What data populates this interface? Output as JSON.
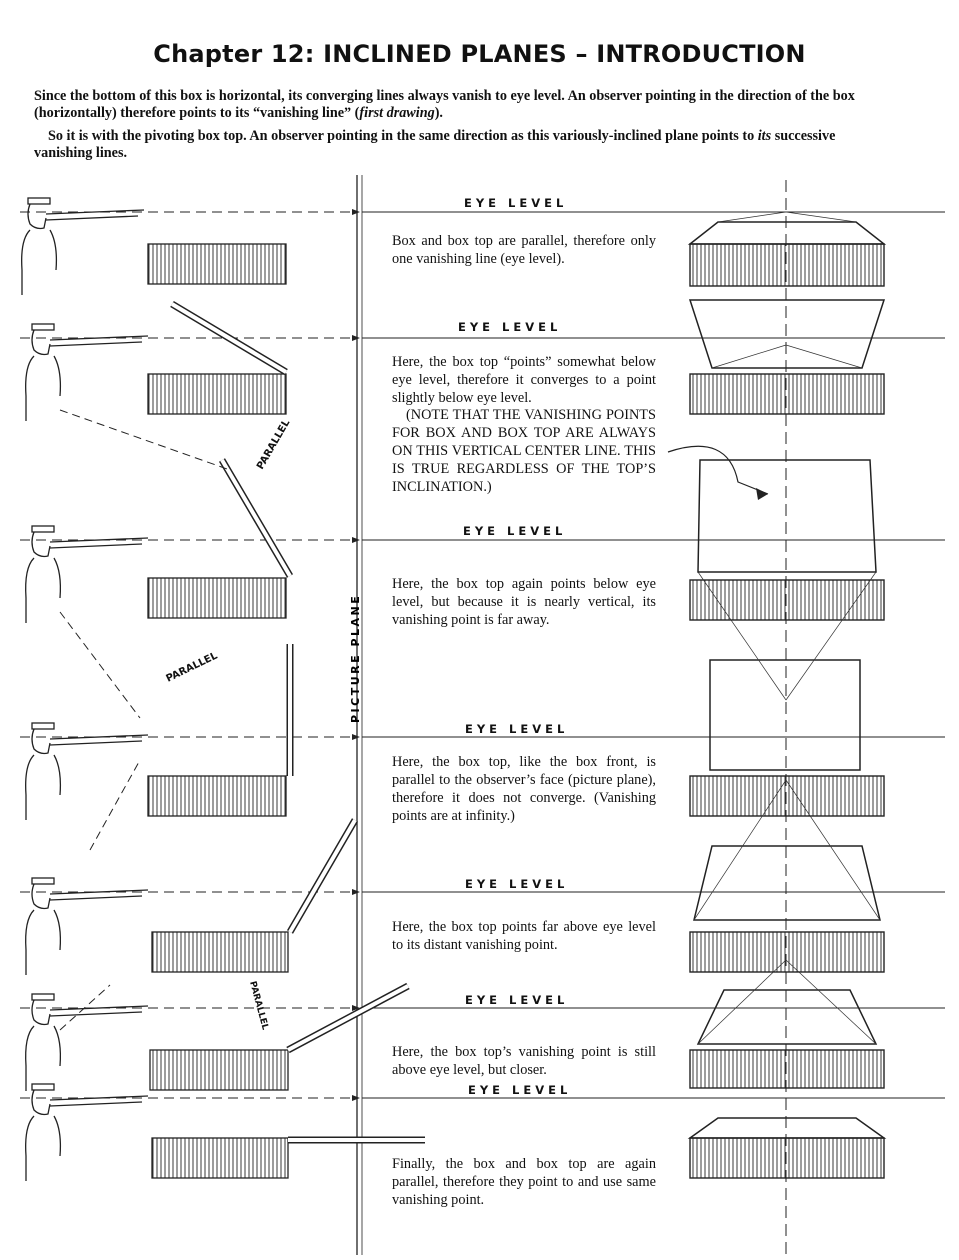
{
  "title": "Chapter 12: INCLINED PLANES – INTRODUCTION",
  "intro": {
    "p1_a": "Since the bottom of this box is horizontal, its converging lines always vanish to eye level. An observer pointing in the direction of the box (horizontally) therefore points to its “vanishing line” (",
    "p1_italic": "first drawing",
    "p1_b": ").",
    "p2_a": "So it is with the pivoting box top. An observer pointing in the same direction as this variously-inclined plane points to ",
    "p2_italic": "its",
    "p2_b": " successive vanishing lines."
  },
  "labels": {
    "eye_level": "EYE LEVEL",
    "parallel": "PARALLEL",
    "picture_plane": "PICTURE PLANE"
  },
  "captions": [
    "Box and box top are parallel, therefore only one vanishing line (eye level).",
    "Here, the box top “points” somewhat below eye level, therefore it converges to a point slightly below eye level.",
    "(NOTE THAT THE VANISHING POINTS FOR BOX AND BOX TOP ARE ALWAYS ON THIS VERTICAL CENTER LINE. THIS IS TRUE REGARDLESS OF THE TOP’S INCLINATION.)",
    "Here, the box top again points below eye level, but because it is nearly vertical, its vanishing point is far away.",
    "Here, the box top, like the box front, is parallel to the observer’s face (picture plane), therefore it does not converge. (Vanishing points are at infinity.)",
    "Here, the box top points far above eye level to its distant vanishing point.",
    "Here, the box top’s vanishing point is still above eye level, but closer.",
    "Finally, the box and box top are again parallel, therefore they point to and use same vanishing point."
  ]
}
